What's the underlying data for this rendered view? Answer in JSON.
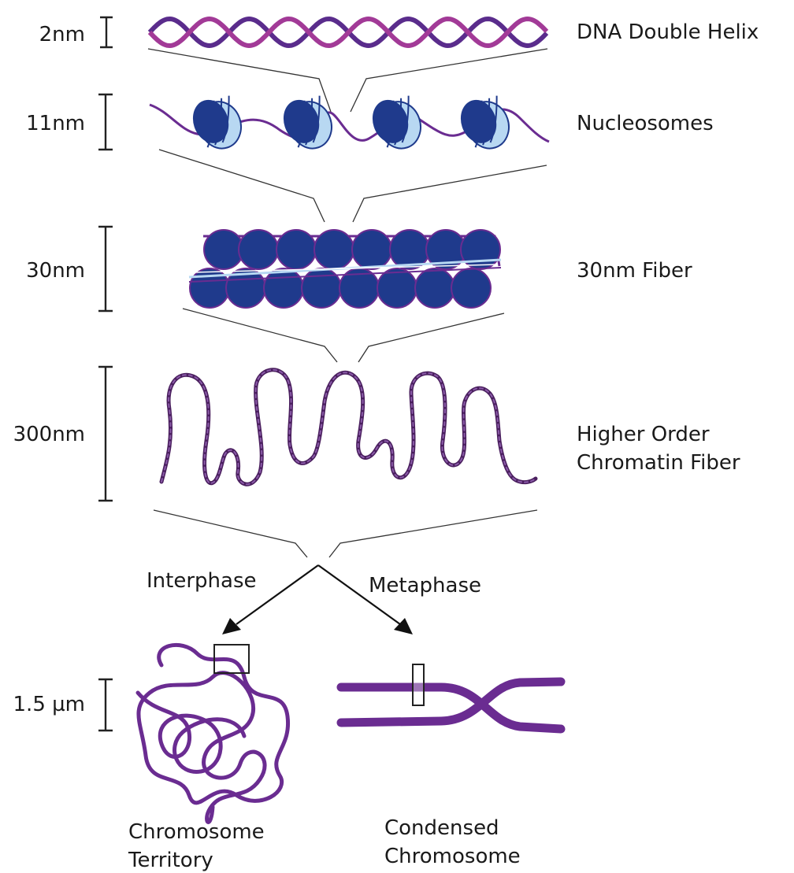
{
  "colors": {
    "dna_strand_a": "#a23a97",
    "dna_strand_b": "#5a2c8c",
    "nucleosome_core": "#1f3a8c",
    "nucleosome_wrap": "#b8d8f2",
    "chromatin": "#6a2c91",
    "text": "#1a1a1a"
  },
  "levels": [
    {
      "scale": "2nm",
      "label_lines": [
        "DNA Double Helix"
      ]
    },
    {
      "scale": "11nm",
      "label_lines": [
        "Nucleosomes"
      ]
    },
    {
      "scale": "30nm",
      "label_lines": [
        "30nm Fiber"
      ]
    },
    {
      "scale": "300nm",
      "label_lines": [
        "Higher Order",
        "Chromatin Fiber"
      ]
    },
    {
      "scale": "1.5 µm",
      "label_lines": []
    }
  ],
  "branches": {
    "left": "Interphase",
    "right": "Metaphase"
  },
  "outcomes": {
    "left_lines": [
      "Chromosome",
      "Territory"
    ],
    "right_lines": [
      "Condensed",
      "Chromosome"
    ]
  }
}
